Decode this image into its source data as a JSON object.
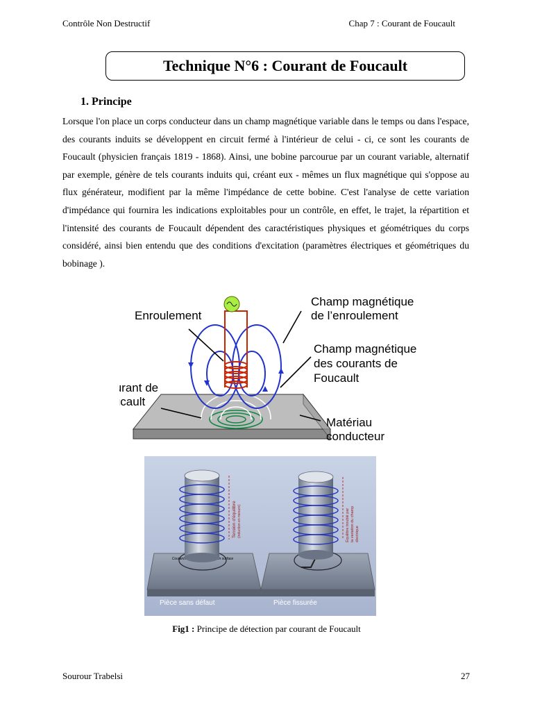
{
  "header": {
    "left": "Contrôle Non Destructif",
    "right": "Chap 7 : Courant de Foucault"
  },
  "title": "Technique N°6 : Courant de Foucault",
  "section": {
    "heading": "1.  Principe",
    "paragraph": "Lorsque l'on place un corps conducteur dans un champ magnétique variable dans le temps ou dans l'espace, des courants induits se développent en circuit fermé à l'intérieur de celui - ci, ce sont les courants de Foucault (physicien français 1819 - 1868). Ainsi, une bobine parcourue par un courant variable, alternatif par exemple, génère de tels courants induits qui, créant eux - mêmes un flux magnétique qui s'oppose au flux générateur, modifient par la même l'impédance de cette bobine. C'est l'analyse de cette variation d'impédance qui fournira les indications exploitables pour un contrôle, en effet, le trajet, la répartition et l'intensité des courants de Foucault dépendent des caractéristiques physiques et géométriques du corps considéré, ainsi bien entendu que des conditions d'excitation (paramètres électriques et géométriques du bobinage )."
  },
  "figure_top": {
    "label_winding": "Enroulement",
    "label_field_winding_1": "Champ magnétique",
    "label_field_winding_2": "de l’enroulement",
    "label_field_eddy_1": "Champ magnétique",
    "label_field_eddy_2": "des courants de",
    "label_field_eddy_3": "Foucault",
    "label_eddy_1": "Courant de",
    "label_eddy_2": "Foucault",
    "label_material_1": "Matériau",
    "label_material_2": "conducteur",
    "colors": {
      "coil": "#cc2200",
      "field": "#2233cc",
      "eddy": "#118844",
      "plate": "#b8b8b8"
    }
  },
  "figure_bottom": {
    "label_left_piece": "Pièce sans défaut",
    "label_right_piece": "Pièce fissurée",
    "label_disc": "Courants de Foucault induits en surface",
    "label_tension_1": "Tension d'équilibre",
    "label_tension_2": "(induction en mesure)",
    "label_desequilibre_1": "Équilibre troublé par",
    "label_desequilibre_2": "la variation du champ",
    "label_desequilibre_3": "électrique"
  },
  "caption": {
    "prefix": "Fig1 :",
    "text": " Principe de détection par courant de Foucault"
  },
  "footer": {
    "author": "Sourour Trabelsi",
    "page": "27"
  }
}
